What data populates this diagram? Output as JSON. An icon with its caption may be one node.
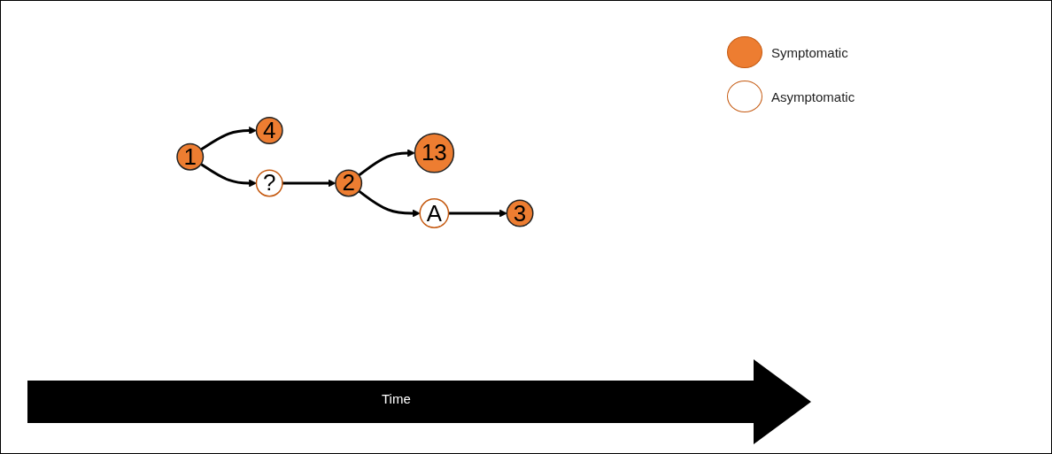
{
  "diagram": {
    "nodes": [
      {
        "text": [
          "1"
        ]
      },
      {
        "text": [
          "4"
        ]
      },
      {
        "text": [
          "?"
        ]
      },
      {
        "text": [
          "2"
        ]
      },
      {
        "text": [
          "13"
        ]
      },
      {
        "text": [
          "A"
        ]
      },
      {
        "text": [
          "3"
        ]
      }
    ],
    "edges": [
      {
        "from": 0,
        "to": 1,
        "arrow": "to"
      },
      {
        "from": 0,
        "to": 2,
        "arrow": "to"
      },
      {
        "from": 2,
        "to": 3,
        "arrow": "to"
      },
      {
        "from": 3,
        "to": 4,
        "arrow": "to"
      },
      {
        "from": 3,
        "to": 5,
        "arrow": "to"
      },
      {
        "from": 5,
        "to": 6,
        "arrow": "to"
      }
    ],
    "labels": [
      "Time"
    ],
    "legend": [
      {
        "text": "Symptomatic",
        "color": "#ed7d31"
      },
      {
        "text": "Asymptomatic",
        "color": "#ffffff"
      }
    ]
  }
}
